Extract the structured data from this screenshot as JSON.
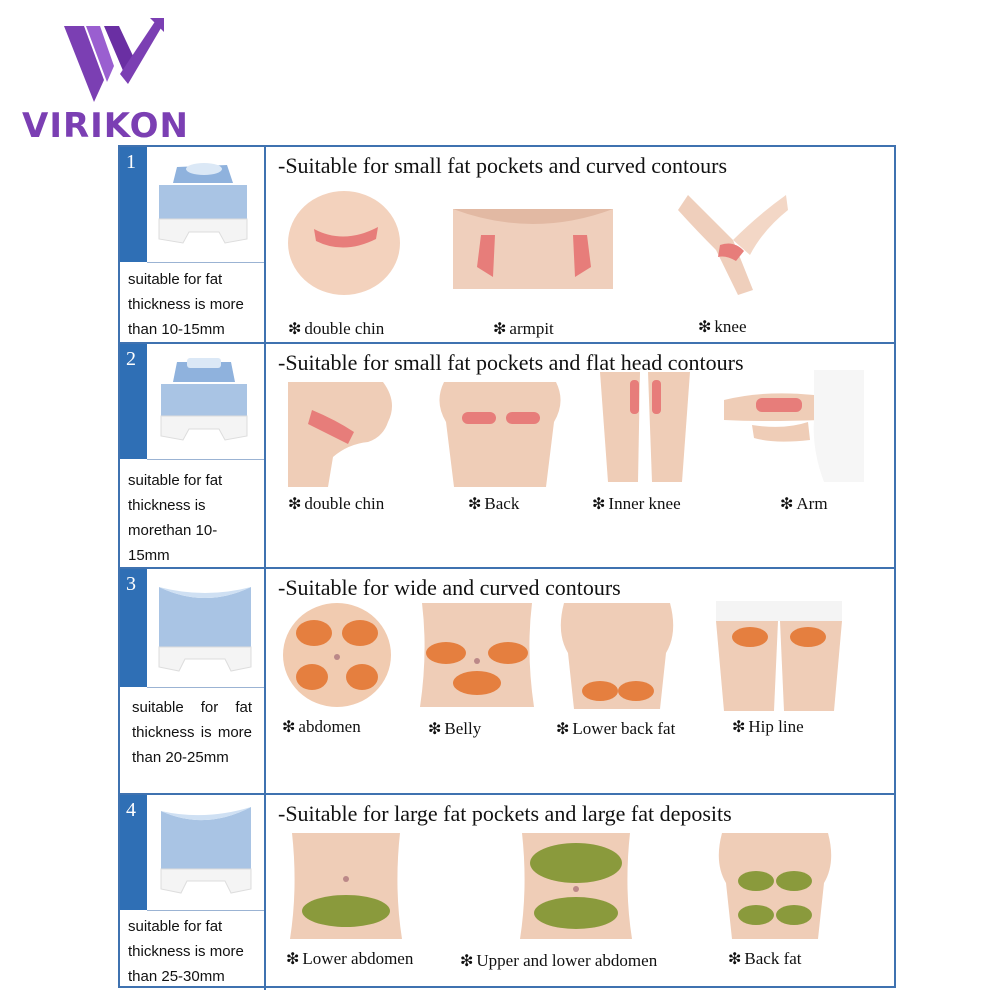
{
  "brand": {
    "name": "VIRIKON",
    "color": "#7b3fb3"
  },
  "colors": {
    "table_border": "#3f72b0",
    "band": "#2f6fb5",
    "skin": "#f1cdb6",
    "marker_pink": "#e77d7a",
    "marker_orange": "#e57f3f",
    "marker_green": "#8a9a3c"
  },
  "rows": [
    {
      "number": "1",
      "thickness": "suitable for fat thickness is more than 10-15mm",
      "heading": "-Suitable for small fat pockets and curved contours",
      "areas": [
        {
          "label": "double chin",
          "icon": "snowflake-icon"
        },
        {
          "label": "armpit",
          "icon": "snowflake-icon"
        },
        {
          "label": "knee",
          "icon": "snowflake-icon"
        }
      ]
    },
    {
      "number": "2",
      "thickness": "suitable for fat thickness is morethan 10-15mm",
      "heading": "-Suitable for small fat pockets and flat head contours",
      "areas": [
        {
          "label": "double chin",
          "icon": "snowflake-icon"
        },
        {
          "label": "Back",
          "icon": "snowflake-icon"
        },
        {
          "label": "Inner knee",
          "icon": "snowflake-icon"
        },
        {
          "label": "Arm",
          "icon": "snowflake-icon"
        }
      ]
    },
    {
      "number": "3",
      "thickness": "suitable for fat thickness is more than 20-25mm",
      "heading": "-Suitable for wide and curved contours",
      "areas": [
        {
          "label": "abdomen",
          "icon": "snowflake-icon"
        },
        {
          "label": "Belly",
          "icon": "snowflake-icon"
        },
        {
          "label": "Lower back fat",
          "icon": "snowflake-icon"
        },
        {
          "label": "Hip line",
          "icon": "snowflake-icon"
        }
      ]
    },
    {
      "number": "4",
      "thickness": "suitable for fat thickness is more than 25-30mm",
      "heading": "-Suitable for large fat pockets and large fat deposits",
      "areas": [
        {
          "label": "Lower abdomen",
          "icon": "snowflake-icon"
        },
        {
          "label": "Upper and lower abdomen",
          "icon": "snowflake-icon"
        },
        {
          "label": "Back fat",
          "icon": "snowflake-icon"
        }
      ]
    }
  ]
}
